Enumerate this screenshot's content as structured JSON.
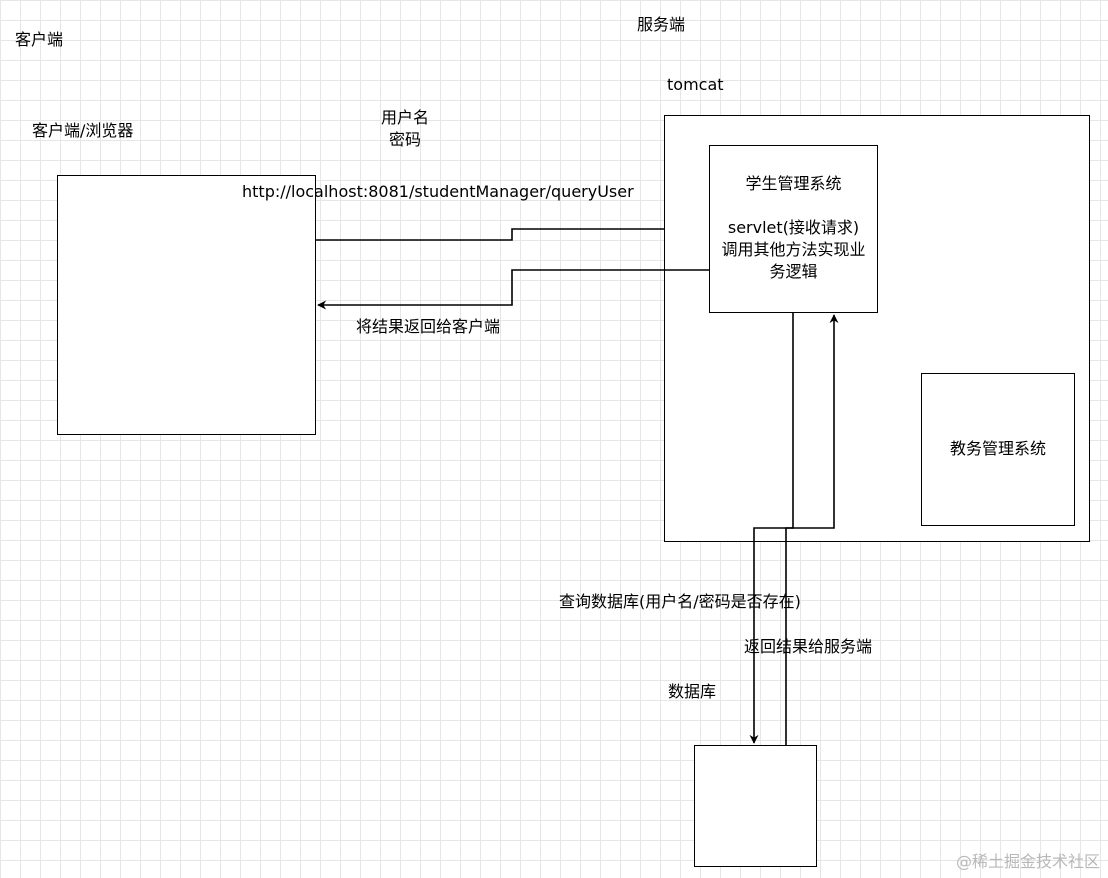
{
  "regions": {
    "client": "客户端",
    "server": "服务端"
  },
  "client_box": {
    "label": "客户端/浏览器"
  },
  "request": {
    "credentials_line1": "用户名",
    "credentials_line2": "密码",
    "url": "http://localhost:8081/studentManager/queryUser"
  },
  "response": {
    "label": "将结果返回给客户端"
  },
  "tomcat": {
    "label": "tomcat",
    "student_system": {
      "title": "学生管理系统",
      "line1": "servlet(接收请求)",
      "line2": "调用其他方法实现业",
      "line3": "务逻辑"
    },
    "academic_system": {
      "title": "教务管理系统"
    }
  },
  "db_flow": {
    "query_label": "查询数据库(用户名/密码是否存在)",
    "return_label": "返回结果给服务端"
  },
  "database": {
    "label": "数据库"
  },
  "watermark": "@稀土掘金技术社区",
  "colors": {
    "grid": "#e6e6e6",
    "stroke": "#000000",
    "watermark": "#b8b8b8"
  }
}
